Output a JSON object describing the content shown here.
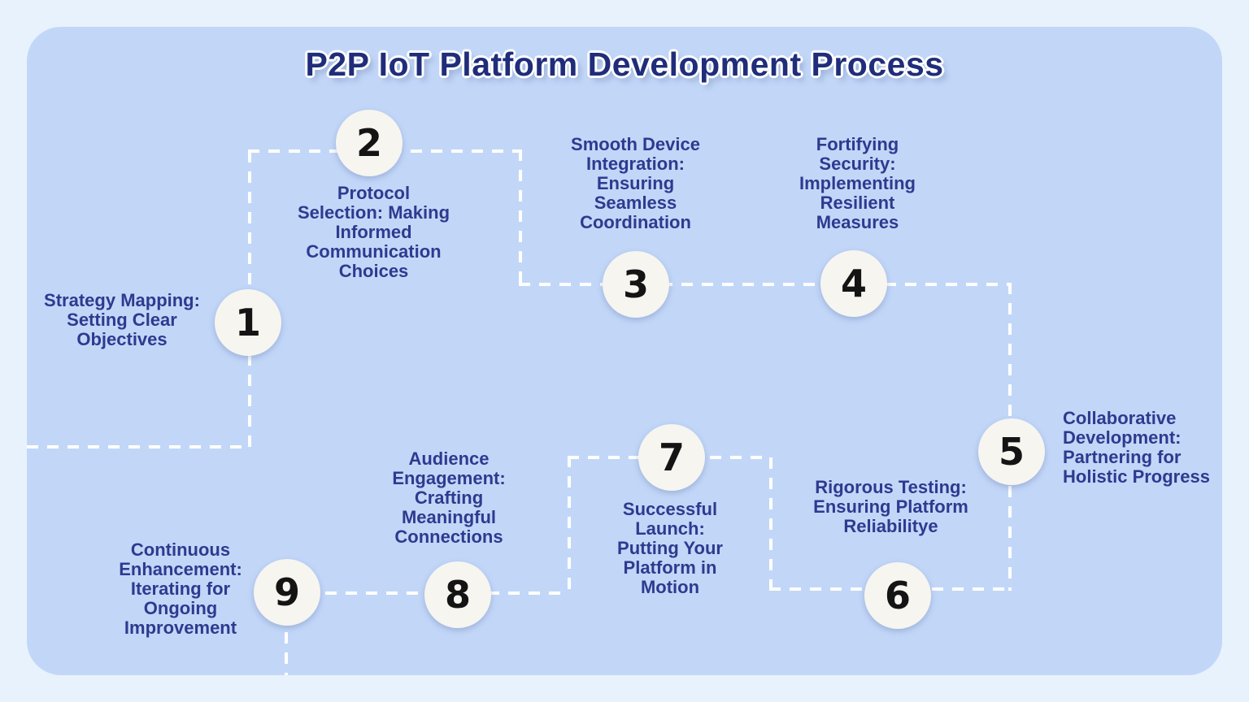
{
  "title": "P2P IoT Platform Development Process",
  "steps": [
    {
      "number": "1",
      "label": "Strategy Mapping: Setting Clear Objectives"
    },
    {
      "number": "2",
      "label": "Protocol Selection: Making Informed Communication Choices"
    },
    {
      "number": "3",
      "label": "Smooth Device Integration: Ensuring Seamless Coordination"
    },
    {
      "number": "4",
      "label": "Fortifying Security: Implementing Resilient Measures"
    },
    {
      "number": "5",
      "label": "Collaborative Development: Partnering for Holistic Progress"
    },
    {
      "number": "6",
      "label": "Rigorous Testing: Ensuring Platform Reliabilitye"
    },
    {
      "number": "7",
      "label": "Successful Launch: Putting Your Platform in Motion"
    },
    {
      "number": "8",
      "label": "Audience Engagement: Crafting Meaningful Connections"
    },
    {
      "number": "9",
      "label": "Continuous Enhancement: Iterating for Ongoing Improvement"
    }
  ],
  "colors": {
    "outer_bg": "#e7f2fc",
    "panel_bg": "#c2d7f8",
    "title_color": "#1f2d7a",
    "label_color": "#2e3a8f",
    "circle_bg": "#f6f5f0",
    "number_color": "#141414",
    "path_color": "#ffffff"
  }
}
